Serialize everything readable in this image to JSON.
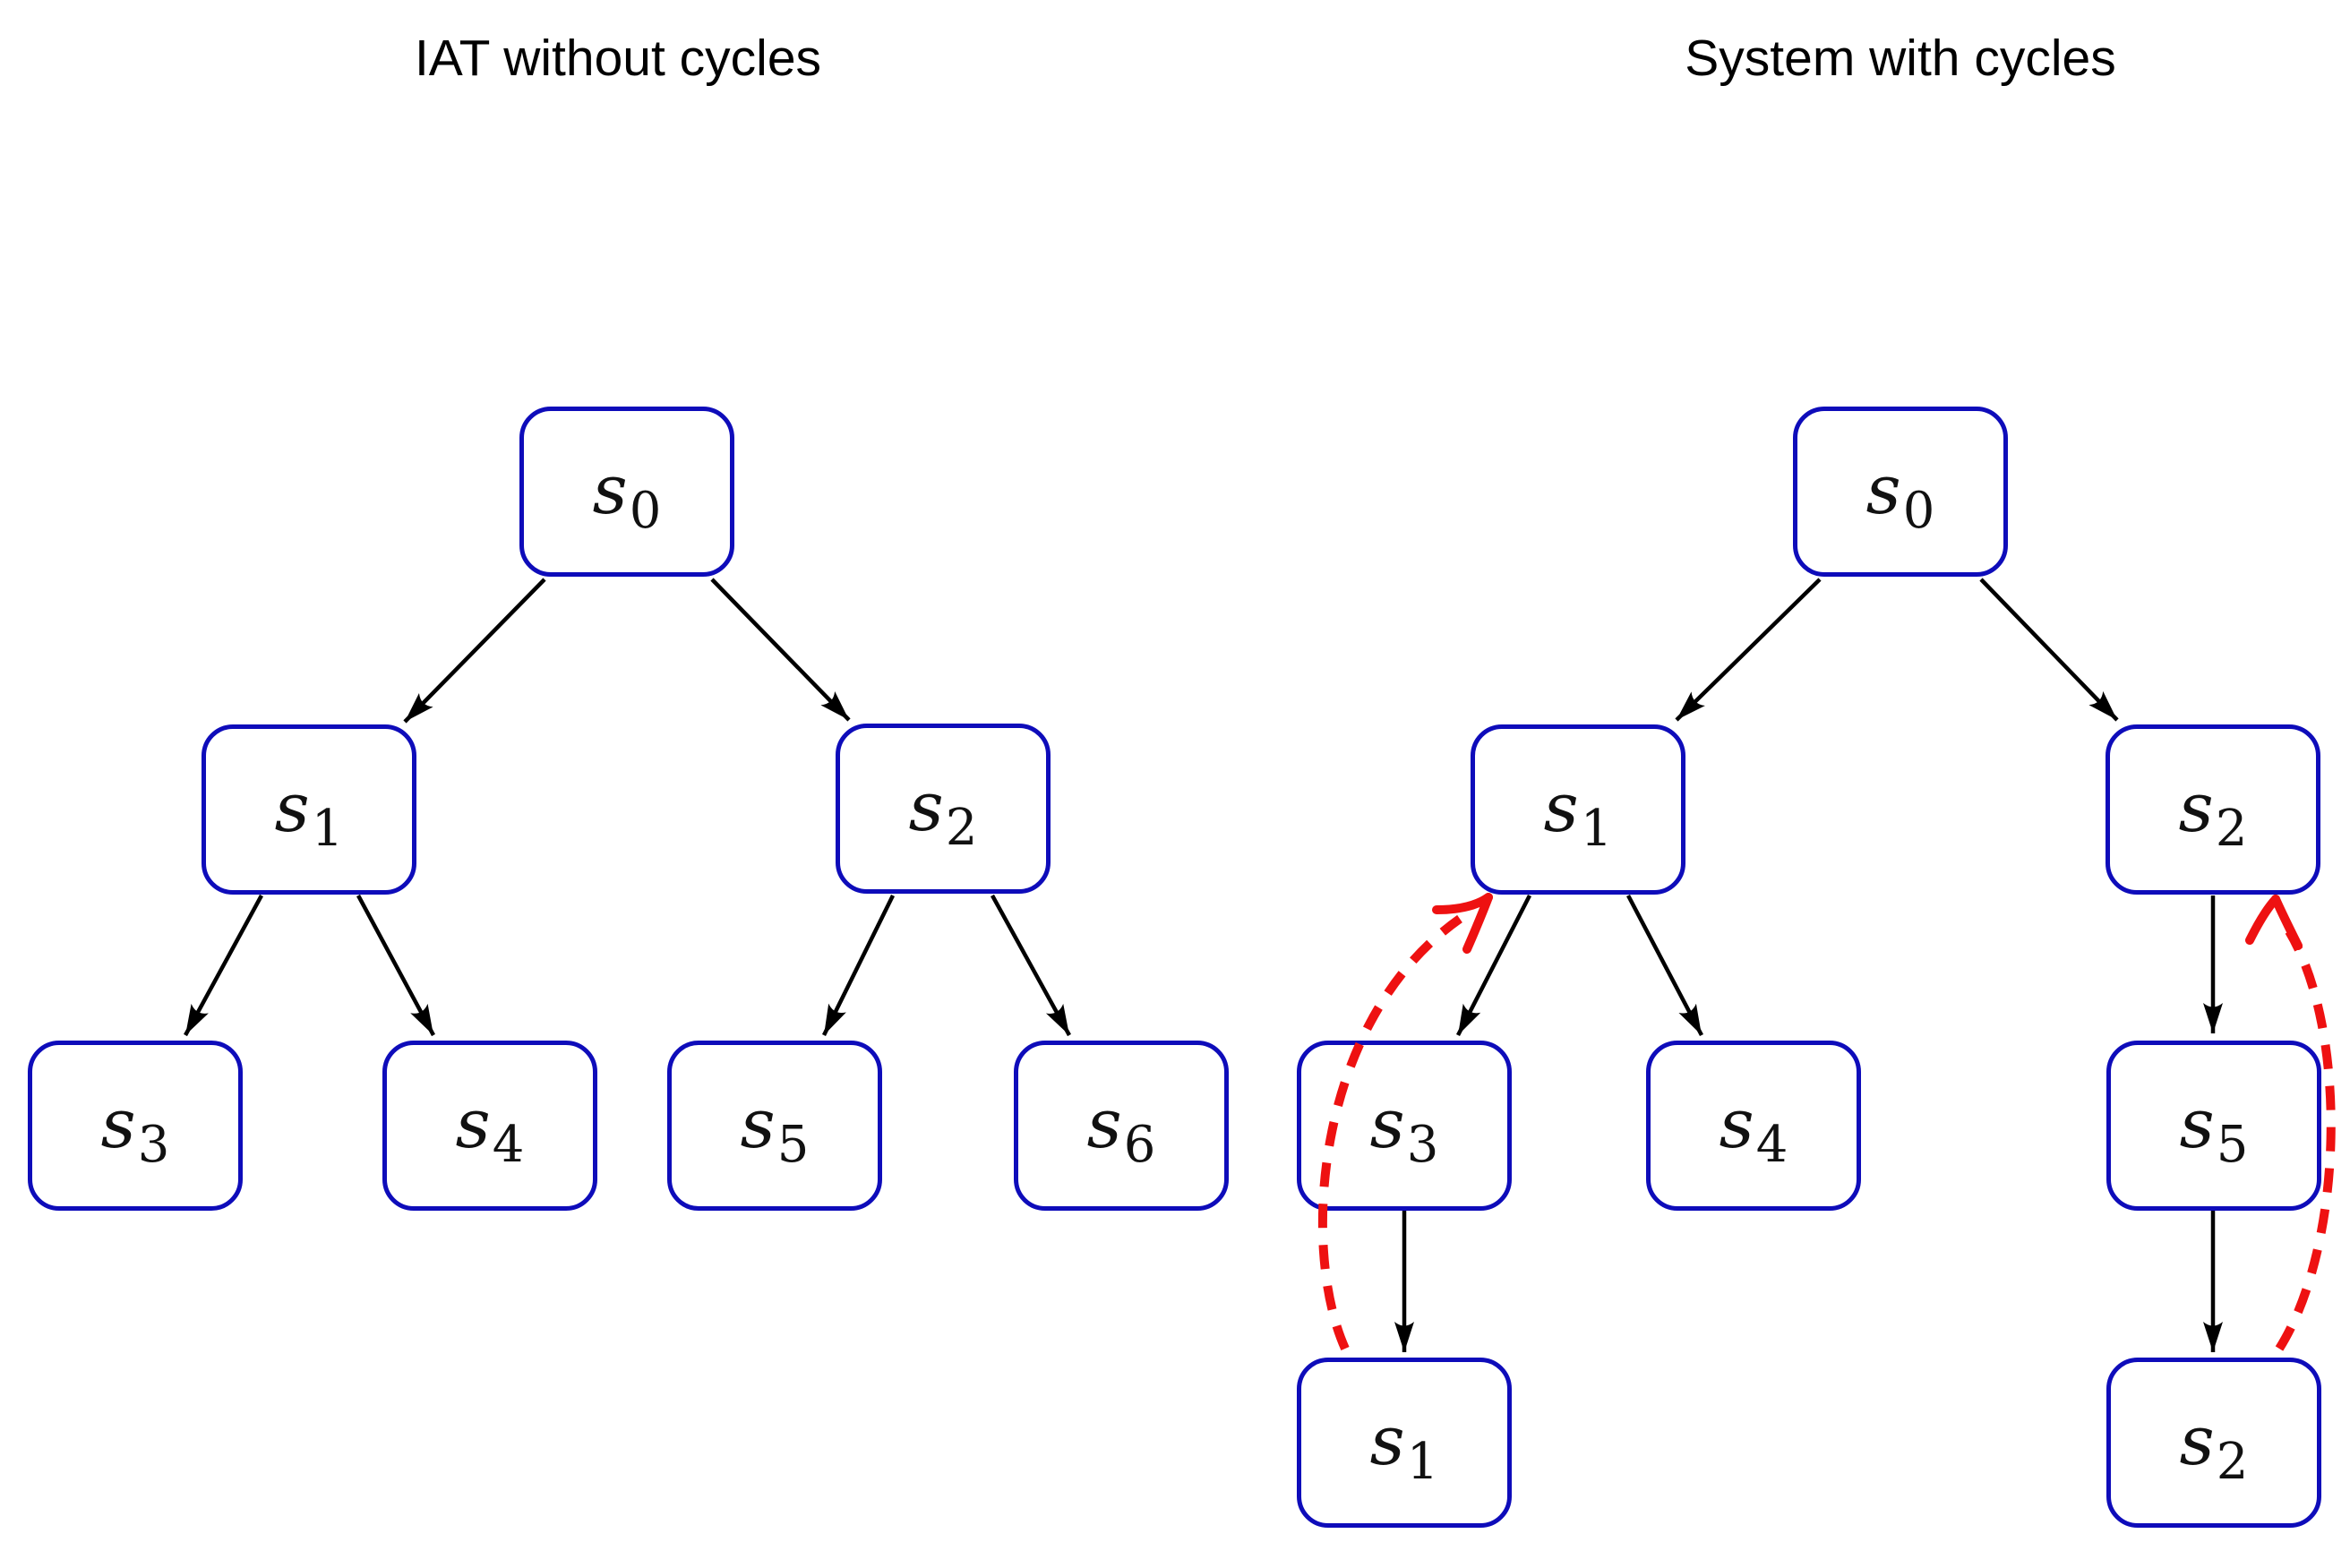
{
  "left_panel": {
    "title": "IAT without cycles",
    "nodes": {
      "s0": {
        "base": "s",
        "sub": "0"
      },
      "s1": {
        "base": "s",
        "sub": "1"
      },
      "s2": {
        "base": "s",
        "sub": "2"
      },
      "s3": {
        "base": "s",
        "sub": "3"
      },
      "s4": {
        "base": "s",
        "sub": "4"
      },
      "s5": {
        "base": "s",
        "sub": "5"
      },
      "s6": {
        "base": "s",
        "sub": "6"
      }
    }
  },
  "right_panel": {
    "title": "System with cycles",
    "nodes": {
      "s0": {
        "base": "s",
        "sub": "0"
      },
      "s1": {
        "base": "s",
        "sub": "1"
      },
      "s2": {
        "base": "s",
        "sub": "2"
      },
      "s3": {
        "base": "s",
        "sub": "3"
      },
      "s4": {
        "base": "s",
        "sub": "4"
      },
      "s5": {
        "base": "s",
        "sub": "5"
      },
      "s1_repeat": {
        "base": "s",
        "sub": "1"
      },
      "s2_repeat": {
        "base": "s",
        "sub": "2"
      }
    }
  },
  "edges": {
    "left": [
      "s0->s1",
      "s0->s2",
      "s1->s3",
      "s1->s4",
      "s2->s5",
      "s2->s6"
    ],
    "right": [
      "s0->s1",
      "s0->s2",
      "s1->s3",
      "s1->s4",
      "s2->s5",
      "s3->s1_repeat",
      "s5->s2_repeat"
    ],
    "cycles_right": [
      "s1_repeat->s1",
      "s2_repeat->s2"
    ]
  },
  "colors": {
    "node_border": "#0e0cba",
    "edge_black": "#000000",
    "cycle_red": "#ee1111",
    "bg": "#ffffff"
  }
}
